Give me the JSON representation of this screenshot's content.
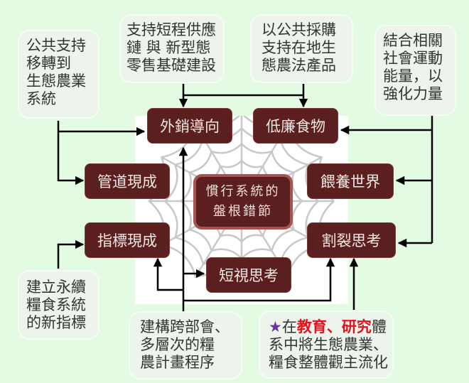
{
  "title": "慣行系統的盤根錯節",
  "center": {
    "lines": [
      "慣行系統的",
      "盤根錯節"
    ]
  },
  "nodes": {
    "export": "外銷導向",
    "cheap_food": "低廉食物",
    "channel": "管道現成",
    "feed_world": "餵養世界",
    "indicator": "指標現成",
    "fragmented": "割裂思考",
    "shortsighted": "短視思考"
  },
  "notes": {
    "public_support": {
      "lines": [
        "公共支持",
        "移轉到",
        "生態農業",
        "系統"
      ]
    },
    "short_chain": {
      "lines": [
        "支持短程供應",
        "鏈 與 新型態",
        "零售基礎建設"
      ]
    },
    "public_procurement": {
      "lines": [
        "以公共採購",
        "支持在地生",
        "態農法產品"
      ]
    },
    "social_movement": {
      "lines": [
        "結合相關",
        "社會運動",
        "能量，以",
        "強化力量"
      ]
    },
    "new_indicators": {
      "lines": [
        "建立永續",
        "糧食系統",
        "的新指標"
      ]
    },
    "cross_ministry": {
      "lines": [
        "建構跨部會、",
        "多層次的糧",
        "農計畫程序"
      ]
    },
    "education": {
      "star": "★",
      "pre": "在",
      "highlight1": "教育",
      "sep": "、",
      "highlight2": "研究",
      "post": "體",
      "line2": "系中將生態農業、",
      "line3": "糧食整體觀主流化"
    }
  },
  "colors": {
    "background": "#e2fbe2",
    "node_fill": "#5a1f1e",
    "center_border": "#a65450",
    "note_fill": "#ecf4ec",
    "highlight_red": "#e8101a",
    "star_purple": "#7030a0",
    "web_gray": "#c8c8c8"
  }
}
